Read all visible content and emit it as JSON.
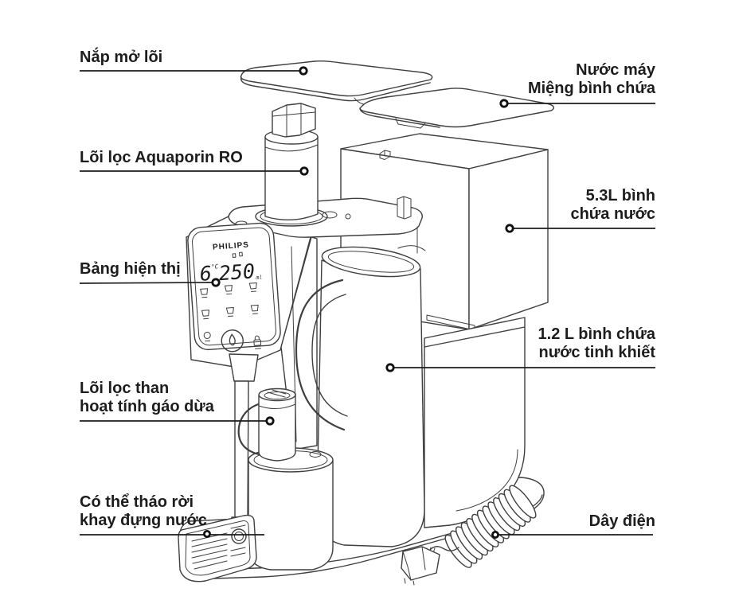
{
  "colors": {
    "line": "#3f3f3f",
    "text": "#1d1d1d"
  },
  "brand": "PHILIPS",
  "display": {
    "temperature": "6",
    "temperature_unit": "°C",
    "volume": "250",
    "volume_unit": "ml"
  },
  "labels": {
    "nap_mo_loi": "Nắp mở lõi",
    "nuoc_may": "Nước máy",
    "mieng_binh_chua": "Miệng bình chứa",
    "loi_loc_ro": "Lõi lọc Aquaporin RO",
    "binh_53_line1": "5.3L bình",
    "binh_53_line2": "chứa nước",
    "bang_hien_thi": "Bảng hiện thị",
    "binh_12_line1": "1.2 L bình chứa",
    "binh_12_line2": "nước tinh khiết",
    "loi_than_line1": "Lõi lọc than",
    "loi_than_line2": "hoạt tính gáo dừa",
    "khay_line1": "Có thể tháo rời",
    "khay_line2": "khay đựng nước",
    "day_dien": "Dây điện"
  }
}
